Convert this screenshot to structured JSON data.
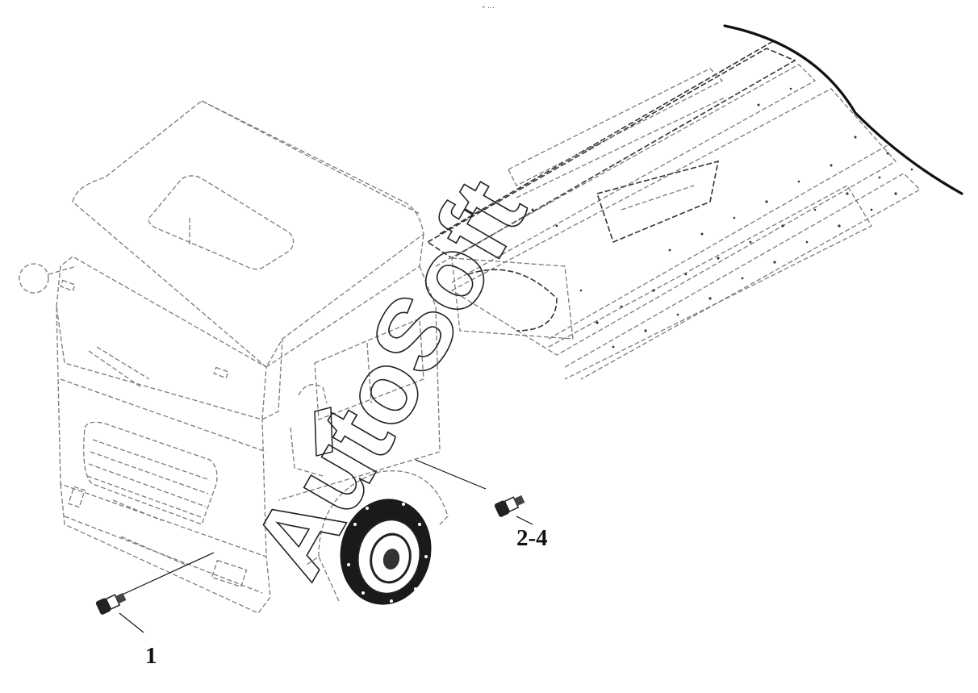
{
  "header_mark": "⁃ ···",
  "watermark": "AutoSoft",
  "callouts": [
    {
      "id": "sensor-1",
      "label": "1"
    },
    {
      "id": "sensor-2-4",
      "label": "2-4"
    }
  ]
}
